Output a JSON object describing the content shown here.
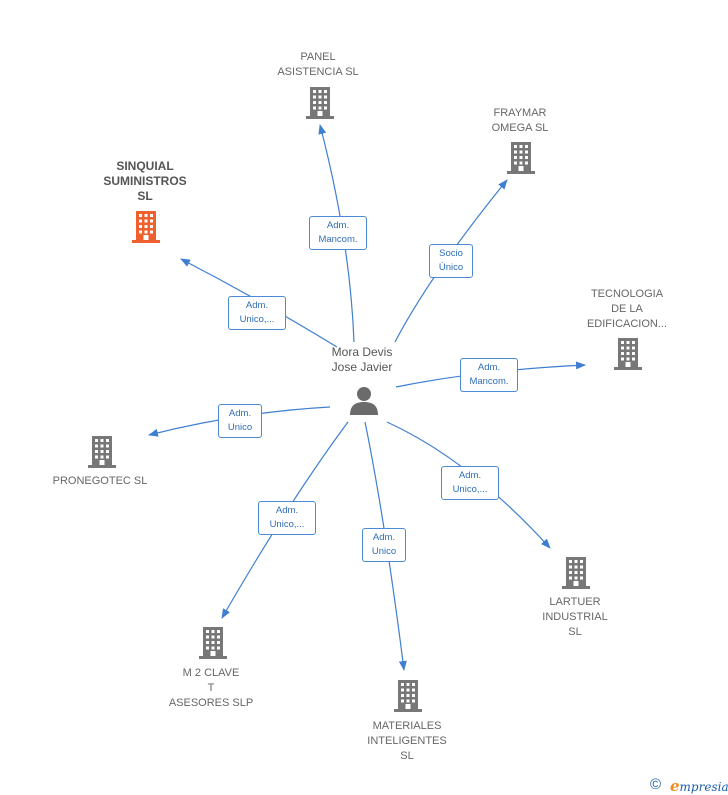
{
  "center": {
    "name": "Mora Devis\nJose Javier",
    "icon": "person-icon"
  },
  "colors": {
    "edge": "#3f7fd2",
    "building": "#777777",
    "building_highlight": "#f0602e"
  },
  "companies": [
    {
      "id": "panel",
      "label": "PANEL\nASISTENCIA SL",
      "highlight": false,
      "relation": "Adm.\nMancom."
    },
    {
      "id": "fraymar",
      "label": "FRAYMAR\nOMEGA  SL",
      "highlight": false,
      "relation": "Socio\nÚnico"
    },
    {
      "id": "sinquial",
      "label": "SINQUIAL\nSUMINISTROS\nSL",
      "highlight": true,
      "relation": "Adm.\nUnico,..."
    },
    {
      "id": "tecnologia",
      "label": "TECNOLOGIA\nDE LA\nEDIFICACION...",
      "highlight": false,
      "relation": "Adm.\nMancom."
    },
    {
      "id": "pronegotec",
      "label": "PRONEGOTEC SL",
      "highlight": false,
      "relation": "Adm.\nUnico"
    },
    {
      "id": "lartuer",
      "label": "LARTUER\nINDUSTRIAL\nSL",
      "highlight": false,
      "relation": "Adm.\nUnico,..."
    },
    {
      "id": "m2clave",
      "label": "M 2 CLAVE\nT\nASESORES SLP",
      "highlight": false,
      "relation": "Adm.\nUnico,..."
    },
    {
      "id": "materiales",
      "label": "MATERIALES\nINTELIGENTES\nSL",
      "highlight": false,
      "relation": "Adm.\nUnico"
    }
  ],
  "footer": {
    "copyright_symbol": "©",
    "brand_initial": "e",
    "brand_rest": "mpresia"
  }
}
